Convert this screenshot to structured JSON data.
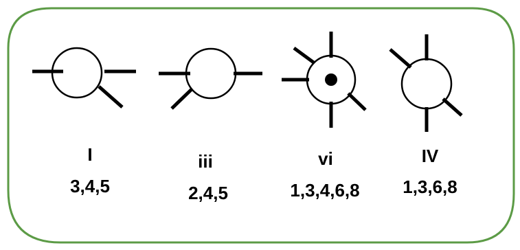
{
  "colors": {
    "border": "#5c9b46",
    "stroke": "#000000",
    "background": "#ffffff"
  },
  "diagrams": [
    {
      "roman": "I",
      "positions": "3,4,5",
      "dot": false
    },
    {
      "roman": "iii",
      "positions": "2,4,5",
      "dot": false
    },
    {
      "roman": "vi",
      "positions": "1,3,4,6,8",
      "dot": true
    },
    {
      "roman": "IV",
      "positions": "1,3,6,8",
      "dot": false
    }
  ]
}
